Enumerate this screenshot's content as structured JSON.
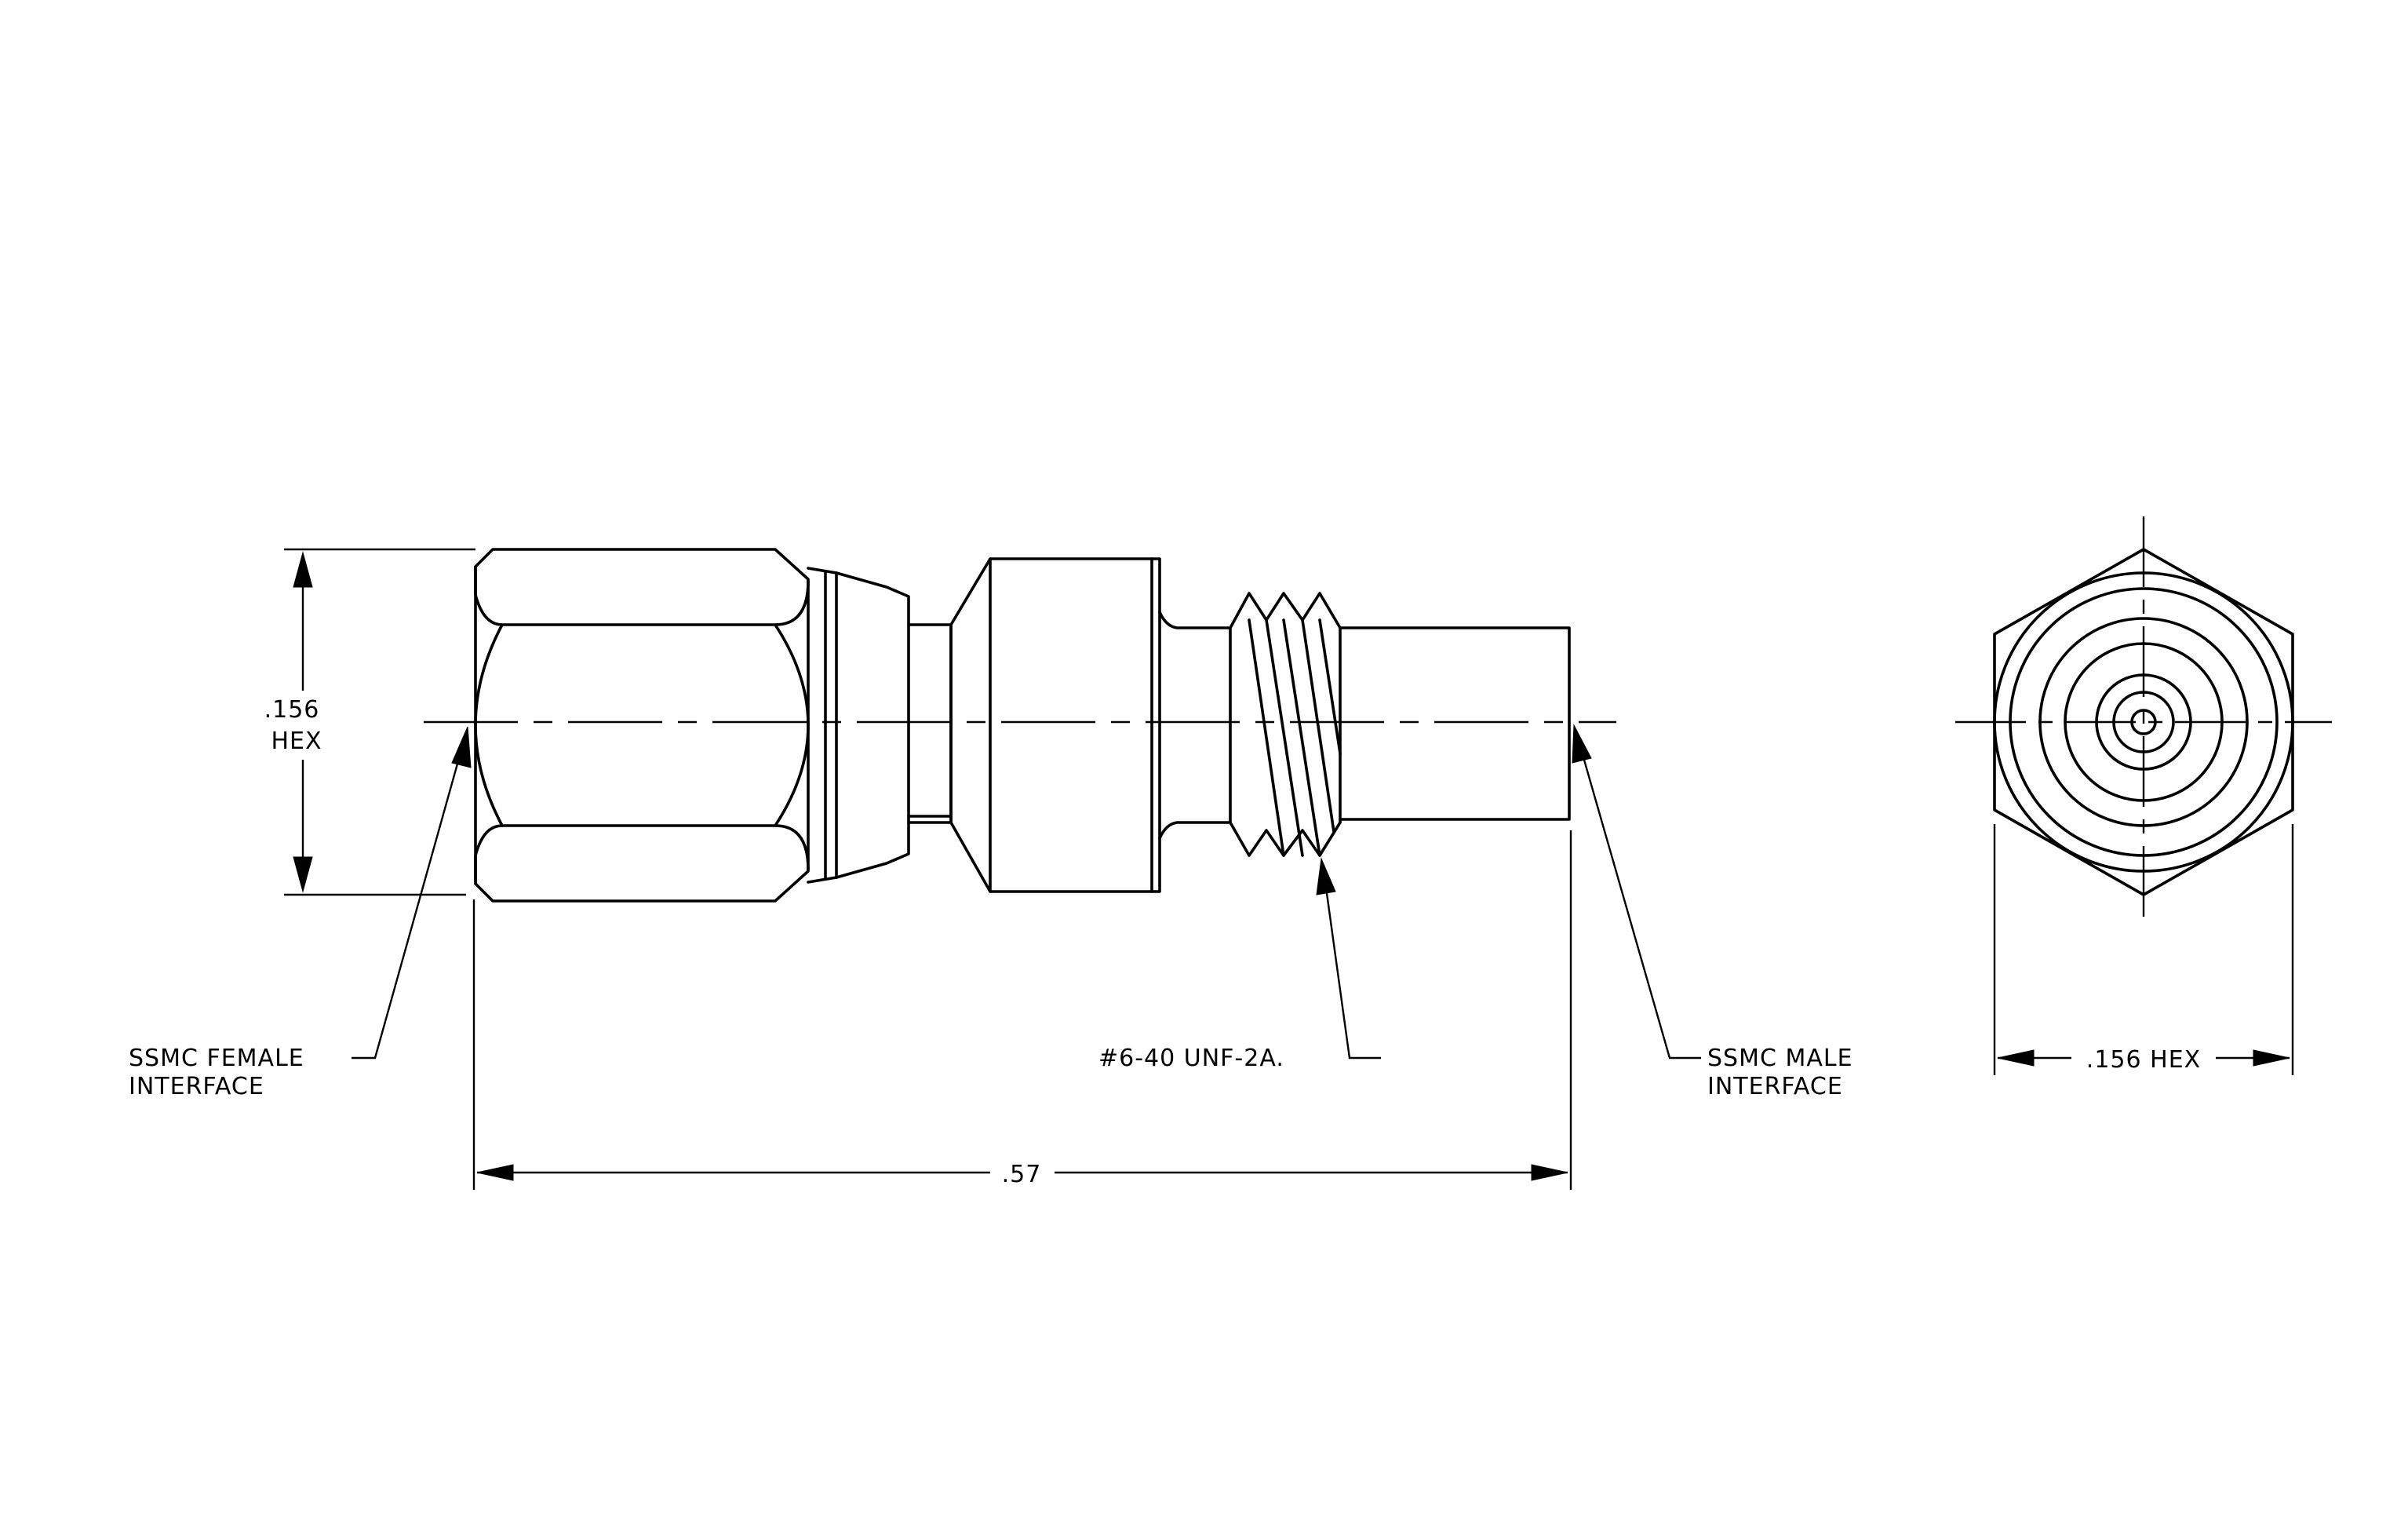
{
  "labels": {
    "hex_dim_left_line1": ".156",
    "hex_dim_left_line2": "HEX",
    "female_line1": "SSMC FEMALE",
    "female_line2": "INTERFACE",
    "thread_spec": "#6-40 UNF-2A.",
    "male_line1": "SSMC MALE",
    "male_line2": "INTERFACE",
    "hex_dim_end": ".156 HEX",
    "overall_length": ".57"
  }
}
